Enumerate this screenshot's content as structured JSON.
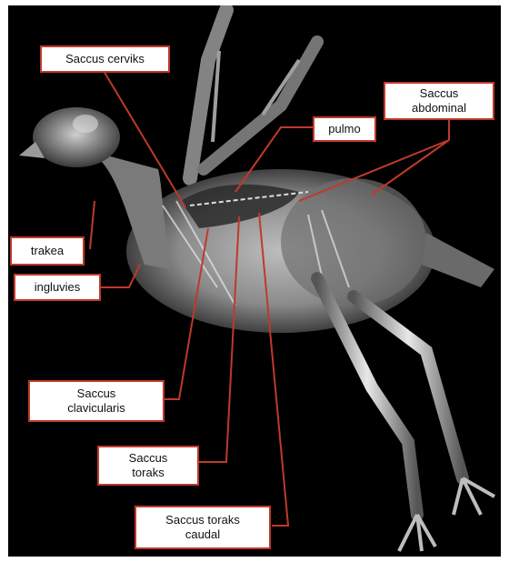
{
  "labels": {
    "saccus_cerviks": "Saccus cerviks",
    "pulmo": "pulmo",
    "saccus_abdominal": {
      "line1": "Saccus",
      "line2": "abdominal"
    },
    "trakea": "trakea",
    "ingluvies": "ingluvies",
    "saccus_clavicularis": {
      "line1": "Saccus",
      "line2": "clavicularis"
    },
    "saccus_toraks": {
      "line1": "Saccus",
      "line2": "toraks"
    },
    "saccus_toraks_caudal": {
      "line1": "Saccus toraks",
      "line2": "caudal"
    }
  },
  "colors": {
    "background": "#000000",
    "leader_line": "#c0392b",
    "label_border": "#c0392b",
    "label_fill": "#ffffff"
  }
}
